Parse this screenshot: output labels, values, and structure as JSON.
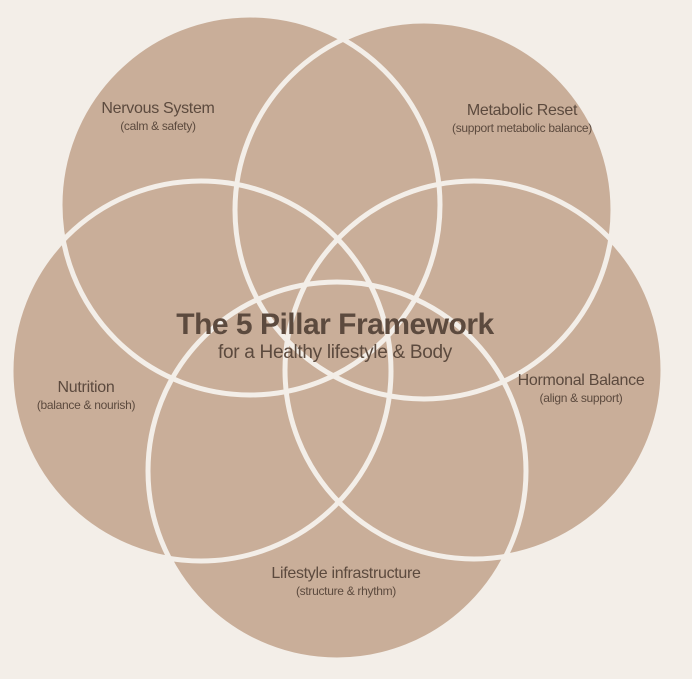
{
  "title": "The 5 Pillar Framework",
  "subtitle": "for a Healthy lifestyle & Body",
  "pillars": [
    {
      "name": "Nervous System",
      "note": "(calm & safety)"
    },
    {
      "name": "Metabolic Reset",
      "note": "(support metabolic balance)"
    },
    {
      "name": "Nutrition",
      "note": "(balance & nourish)"
    },
    {
      "name": "Hormonal Balance",
      "note": "(align & support)"
    },
    {
      "name": "Lifestyle infrastructure",
      "note": "(structure & rhythm)"
    }
  ],
  "colors": {
    "background": "#f3eee8",
    "circle_fill": "#c9ae99",
    "circle_stroke": "#f3eee8",
    "text": "#5c4a3e"
  }
}
